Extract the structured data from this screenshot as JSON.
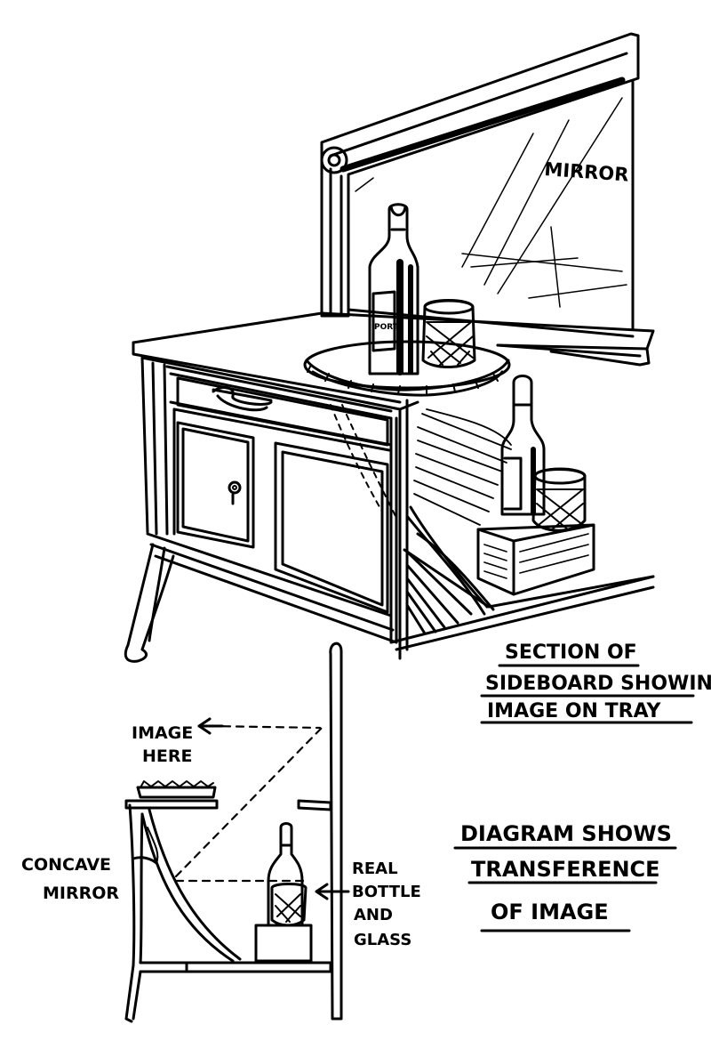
{
  "figure": {
    "upper_view": {
      "mirror_label": "MIRROR",
      "bottle_label": "PORT"
    },
    "section_caption": {
      "line1": "SECTION OF",
      "line2": "SIDEBOARD SHOWING",
      "line3": "IMAGE ON TRAY"
    },
    "lower_diagram": {
      "image_label_line1": "IMAGE",
      "image_label_line2": "HERE",
      "concave_label_line1": "CONCAVE",
      "concave_label_line2": "MIRROR",
      "real_label_line1": "REAL",
      "real_label_line2": "BOTTLE",
      "real_label_line3": "AND",
      "real_label_line4": "GLASS"
    },
    "diagram_caption": {
      "line1": "DIAGRAM SHOWS",
      "line2": "TRANSFERENCE",
      "line3": "OF IMAGE"
    },
    "colors": {
      "ink": "#000000",
      "paper": "#ffffff"
    }
  }
}
